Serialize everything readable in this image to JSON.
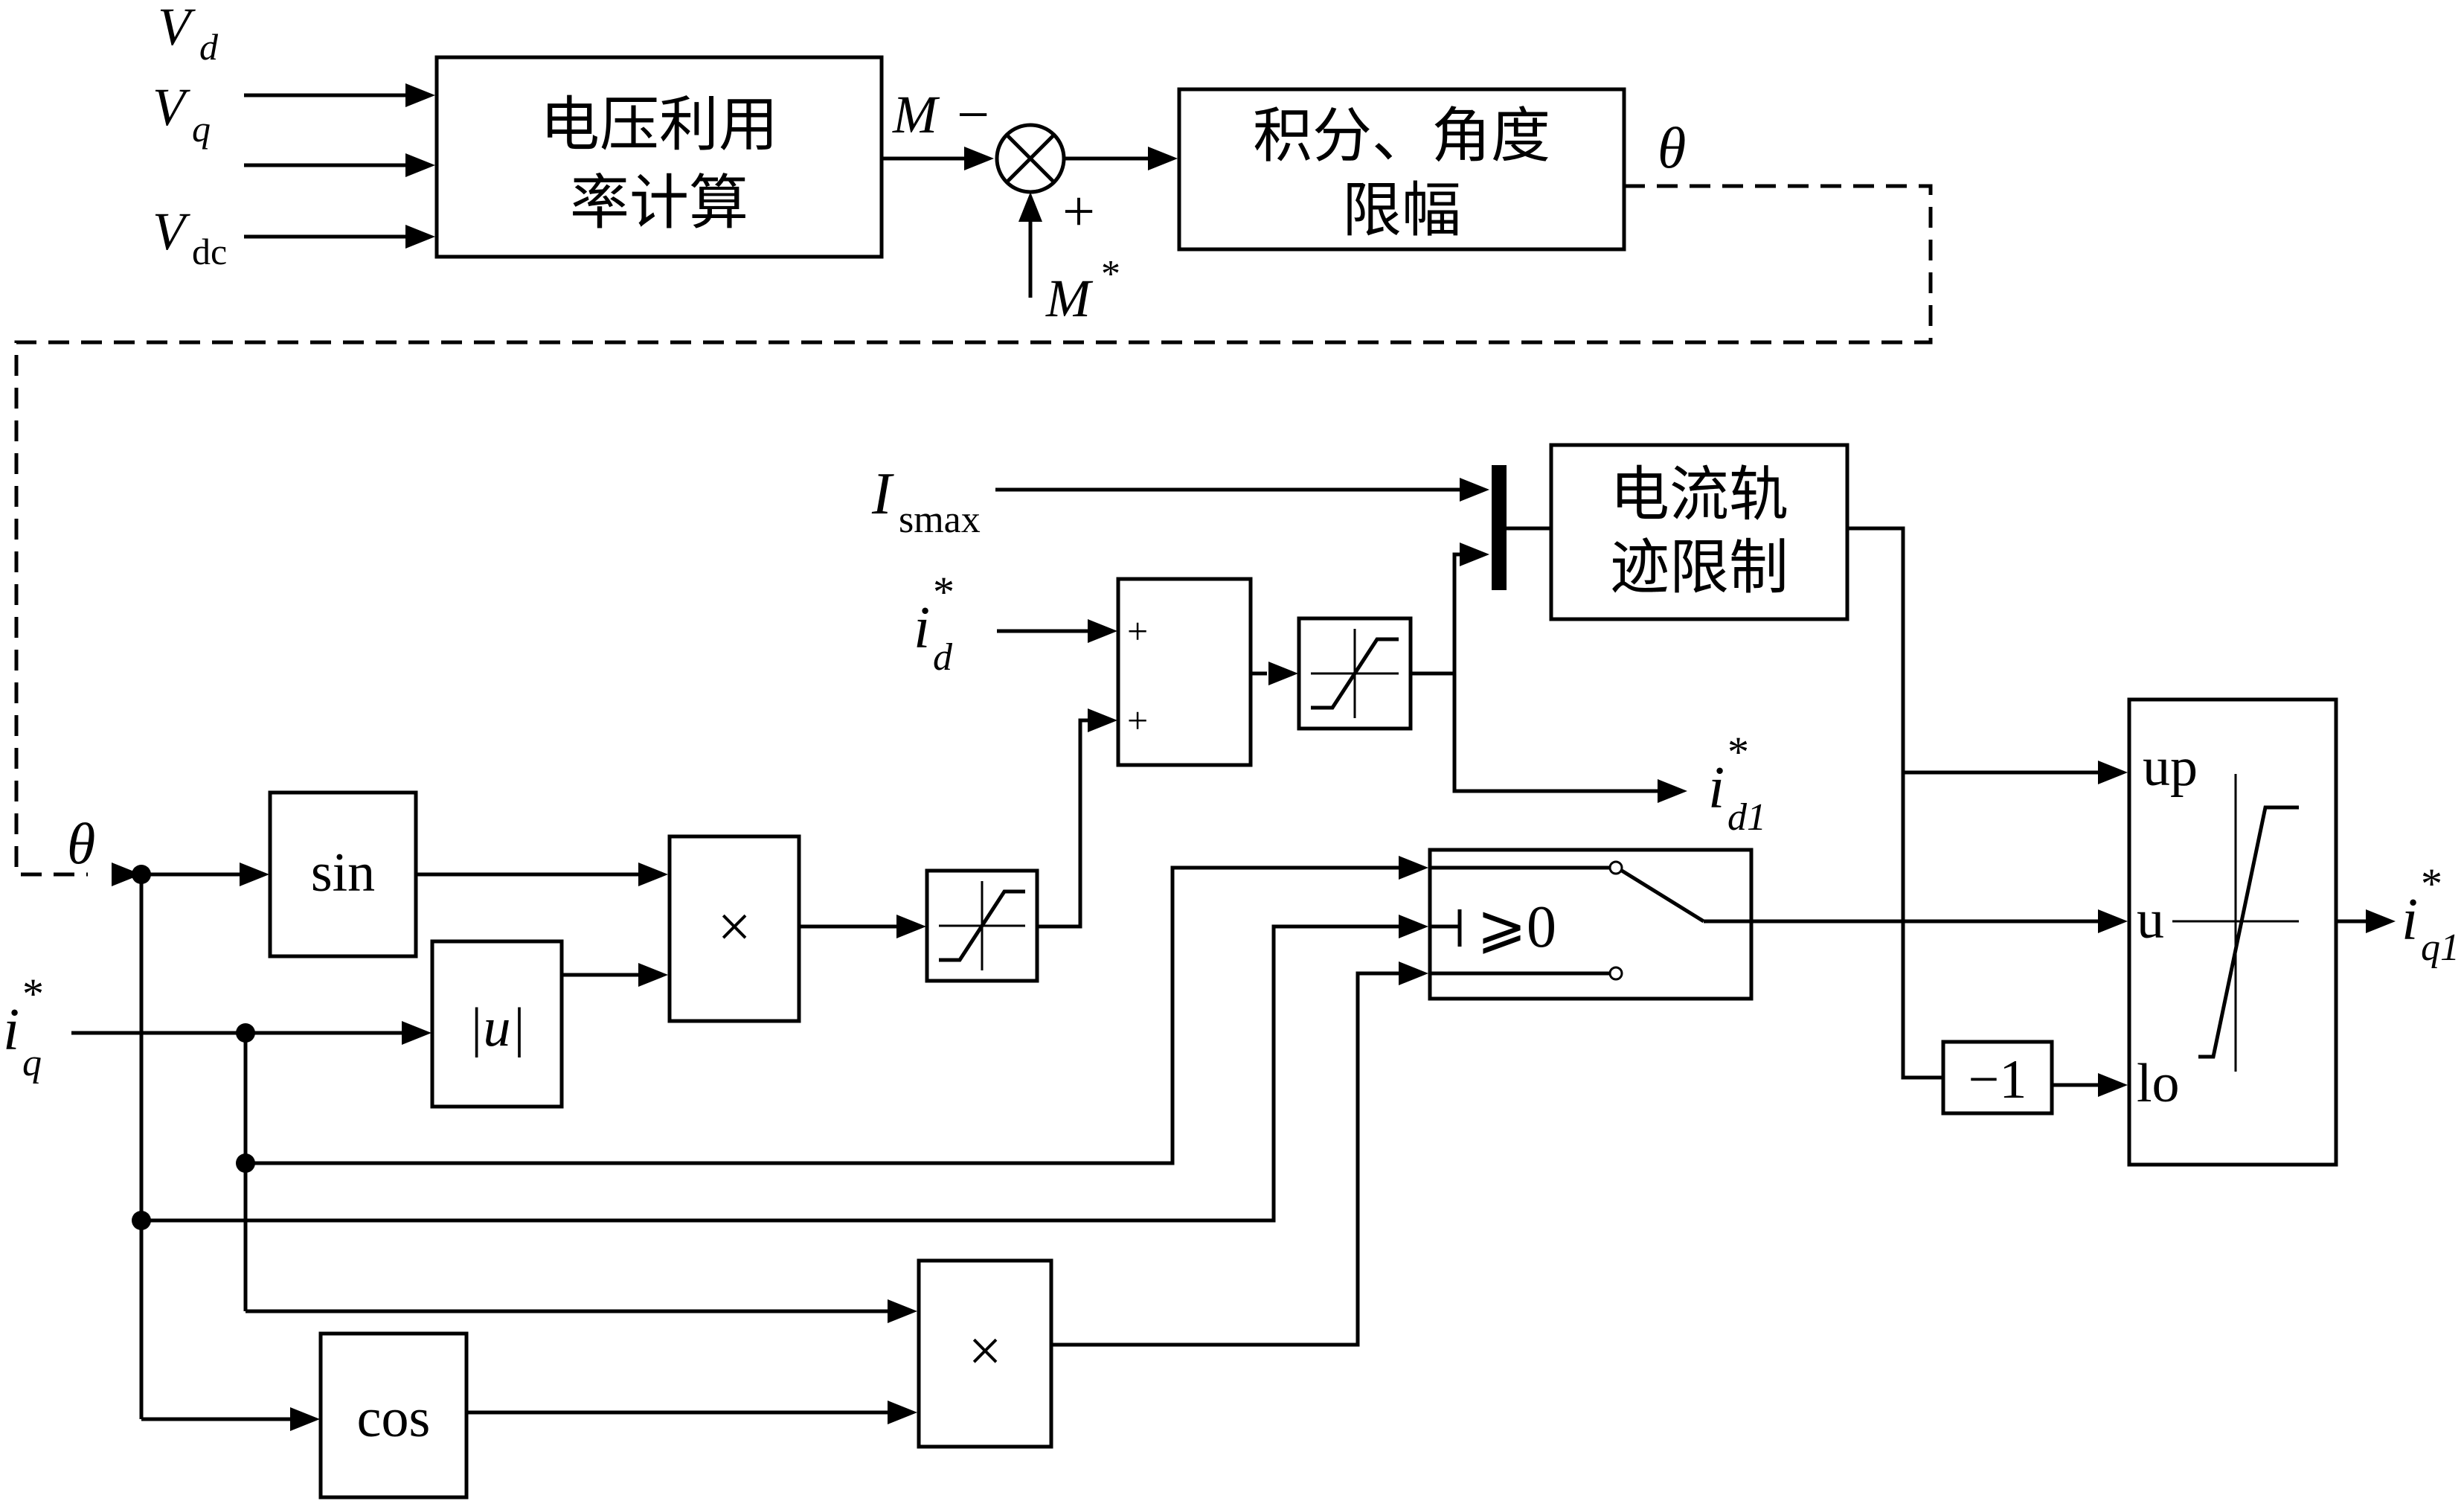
{
  "inputs": {
    "vd": {
      "main": "V",
      "sub": "d"
    },
    "vq": {
      "main": "V",
      "sub": "q"
    },
    "vdc": {
      "main": "V",
      "sub": "dc"
    },
    "m_fb": "M",
    "m_ref": {
      "main": "M",
      "sup": "*"
    },
    "theta": "θ",
    "iq_ref": {
      "main": "i",
      "sub": "q",
      "sup": "*"
    },
    "id_ref": {
      "main": "i",
      "sub": "d",
      "sup": "*"
    },
    "ismax": {
      "main": "I",
      "sub": "smax"
    }
  },
  "outputs": {
    "theta_out": "θ",
    "id1": {
      "main": "i",
      "sub": "d1",
      "sup": "*"
    },
    "iq1": {
      "main": "i",
      "sub": "q1",
      "sup": "*"
    }
  },
  "sum_signs": {
    "minus": "−",
    "plus": "+"
  },
  "blocks": {
    "voltage_util": [
      "电压利用",
      "率计算"
    ],
    "integral_limit": [
      "积分、角度",
      "限幅"
    ],
    "current_limit": [
      "电流轨",
      "迹限制"
    ],
    "sin": "sin",
    "cos": "cos",
    "abs": "|u|",
    "mult": "×",
    "adder_signs": [
      "+",
      "+"
    ],
    "switch_cond": "⩾0",
    "neg_one": "−1",
    "sat_ports": [
      "up",
      "u",
      "lo"
    ]
  }
}
